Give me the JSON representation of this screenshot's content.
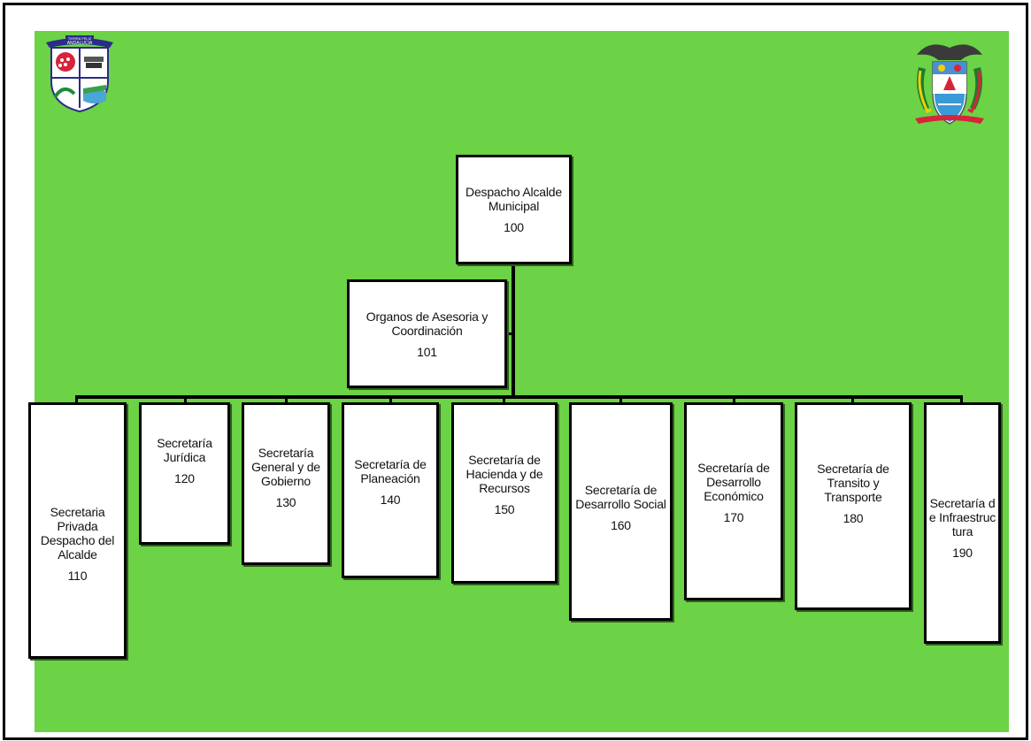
{
  "colors": {
    "background": "#6cd246",
    "box_fill": "#ffffff",
    "box_border": "#000000",
    "frame_border": "#000000"
  },
  "logos": {
    "left": {
      "icon": "municipal-crest-icon",
      "text_top": "TIERRA FELIZ",
      "text_ribbon": "ANDALUCIA"
    },
    "right": {
      "icon": "colombia-coat-of-arms-icon"
    }
  },
  "org_chart": {
    "root": {
      "title": "Despacho Alcalde Municipal",
      "code": "100"
    },
    "advisory": {
      "title": "Organos de Asesoria y Coordinación",
      "code": "101"
    },
    "secretariats": [
      {
        "title": "Secretaria Privada Despacho del Alcalde",
        "code": "110"
      },
      {
        "title": "Secretaría Jurídica",
        "code": "120"
      },
      {
        "title": "Secretaría General y de Gobierno",
        "code": "130"
      },
      {
        "title": "Secretaría de Planeación",
        "code": "140"
      },
      {
        "title": "Secretaría de Hacienda y de Recursos",
        "code": "150"
      },
      {
        "title": "Secretaría de Desarrollo Social",
        "code": "160"
      },
      {
        "title": "Secretaría de Desarrollo Económico",
        "code": "170"
      },
      {
        "title": "Secretaría de Transito y Transporte",
        "code": "180"
      },
      {
        "title": "Secretaría de Infraestructura",
        "code": "190"
      }
    ]
  }
}
